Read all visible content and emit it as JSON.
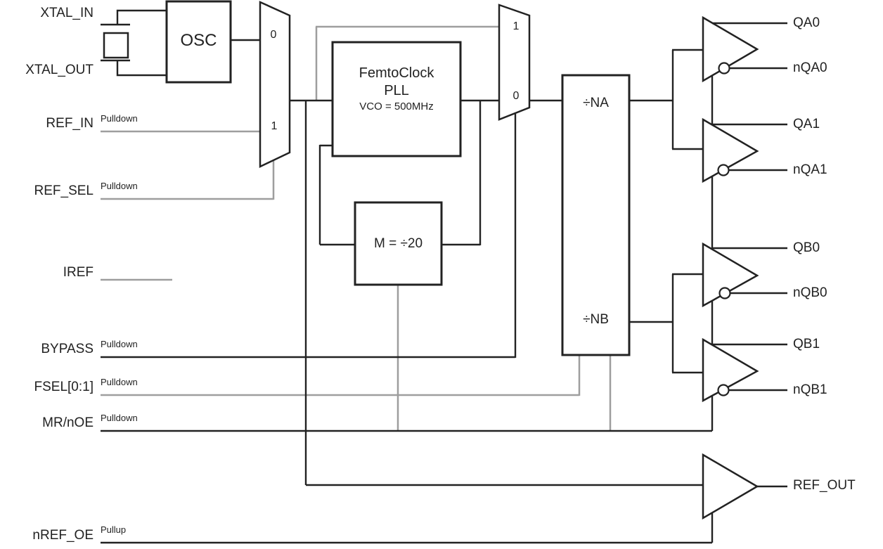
{
  "colors": {
    "line": "#222222",
    "gray_line": "#9e9e9e",
    "background": "#ffffff",
    "shape_fill": "#ffffff"
  },
  "blocks": {
    "osc": {
      "label": "OSC"
    },
    "pll": {
      "line1": "FemtoClock",
      "line2": "PLL",
      "line3": "VCO = 500MHz"
    },
    "feedback_divider": {
      "label": "M = ÷20"
    },
    "output_divider_a": {
      "label": "÷NA"
    },
    "output_divider_b": {
      "label": "÷NB"
    }
  },
  "reference_mux": {
    "input_top_label": "0",
    "input_bottom_label": "1"
  },
  "bypass_mux": {
    "input_top_label": "1",
    "input_bottom_label": "0"
  },
  "left_pins": [
    {
      "label": "XTAL_IN",
      "pull": ""
    },
    {
      "label": "XTAL_OUT",
      "pull": ""
    },
    {
      "label": "REF_IN",
      "pull": "Pulldown"
    },
    {
      "label": "REF_SEL",
      "pull": "Pulldown"
    },
    {
      "label": "IREF",
      "pull": ""
    },
    {
      "label": "BYPASS",
      "pull": "Pulldown"
    },
    {
      "label": "FSEL[0:1]",
      "pull": "Pulldown"
    },
    {
      "label": "MR/nOE",
      "pull": "Pulldown"
    },
    {
      "label": "nREF_OE",
      "pull": "Pullup"
    }
  ],
  "right_pins": [
    {
      "label": "QA0"
    },
    {
      "label": "nQA0"
    },
    {
      "label": "QA1"
    },
    {
      "label": "nQA1"
    },
    {
      "label": "QB0"
    },
    {
      "label": "nQB0"
    },
    {
      "label": "QB1"
    },
    {
      "label": "nQB1"
    },
    {
      "label": "REF_OUT"
    }
  ]
}
